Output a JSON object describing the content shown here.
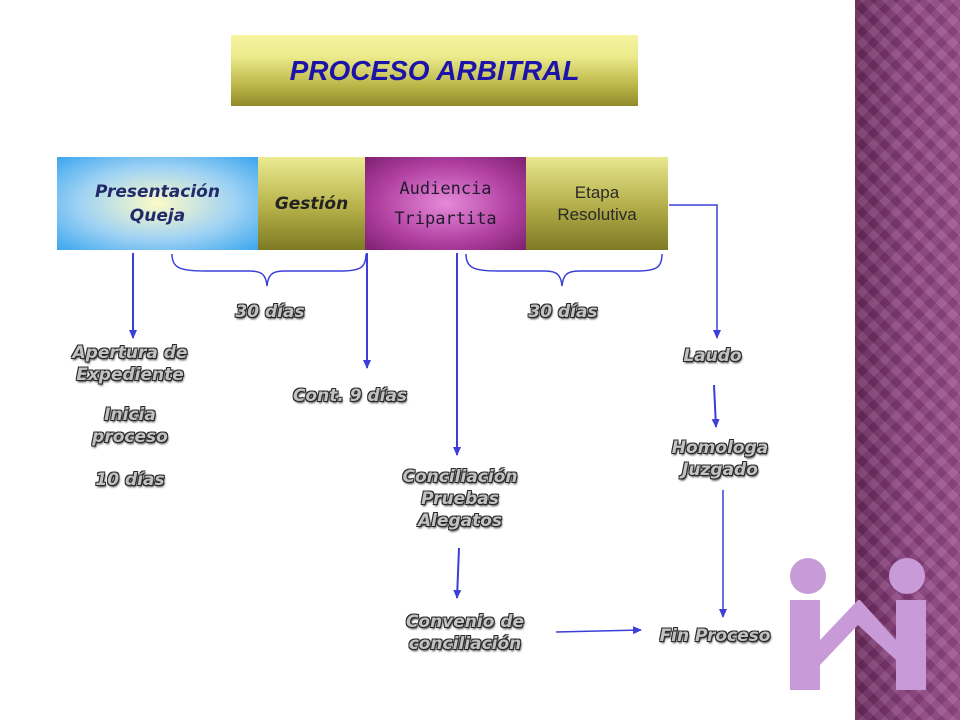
{
  "title": "PROCESO ARBITRAL",
  "stages": {
    "presentacion": {
      "line1": "Presentación",
      "line2": "Queja"
    },
    "gestion": "Gestión",
    "audiencia": {
      "line1": "Audiencia",
      "line2": "Tripartita"
    },
    "etapa": {
      "line1": "Etapa",
      "line2": "Resolutiva"
    }
  },
  "durations": {
    "first": "30 días",
    "second": "30  días"
  },
  "nodes": {
    "apertura": {
      "line1": "Apertura de",
      "line2": "Expediente"
    },
    "inicia": {
      "line1": "Inicia",
      "line2": "proceso"
    },
    "dias10": "10 días",
    "cont": "Cont. 9 días",
    "conciliacion": {
      "line1": "Conciliación",
      "line2": "Pruebas",
      "line3": "Alegatos"
    },
    "convenio": {
      "line1": "Convenio de",
      "line2": "conciliación"
    },
    "laudo": "Laudo",
    "homologa": {
      "line1": "Homologa",
      "line2": "Juzgado"
    },
    "fin": "Fin Proceso"
  },
  "colors": {
    "arrow": "#3b3fd8",
    "sidebar": "#8a3f7e",
    "logo": "#c89ad8"
  }
}
